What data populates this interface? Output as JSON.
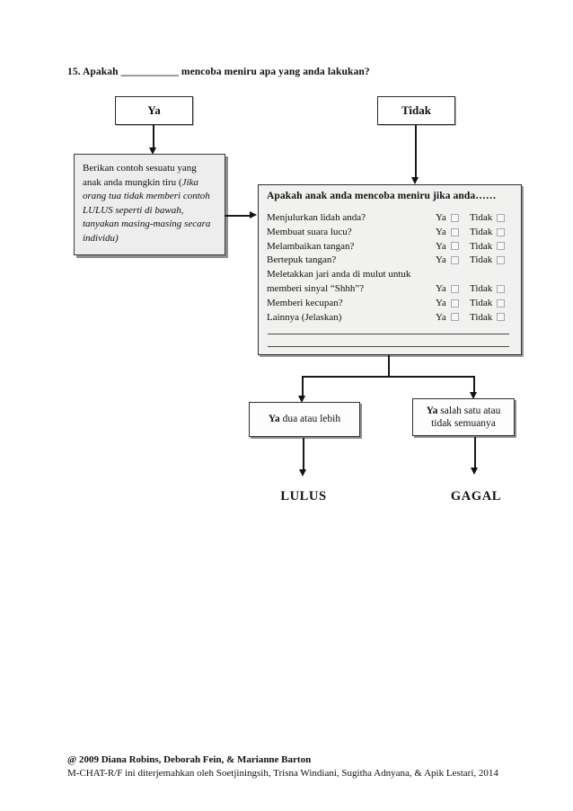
{
  "page": {
    "title": "15. Apakah ___________ mencoba meniru apa yang anda lakukan?"
  },
  "flow": {
    "yes_label": "Ya",
    "no_label": "Tidak",
    "example_box": {
      "normal": "Berikan contoh sesuatu yang anak anda mungkin tiru (",
      "italic": "Jika orang tua tidak memberi contoh LULUS seperti di bawah, tanyakan masing-masing secara individu)"
    },
    "question_box": {
      "header": "Apakah anak anda mencoba meniru jika anda……",
      "yes_option": "Ya",
      "no_option": "Tidak",
      "items": [
        {
          "label": "Menjulurkan lidah anda?"
        },
        {
          "label": "Membuat suara lucu?"
        },
        {
          "label": "Melambaikan tangan?"
        },
        {
          "label": "Bertepuk tangan?"
        },
        {
          "label": "Meletakkan jari anda di mulut untuk memberi sinyal  “Shhh”?"
        },
        {
          "label": "Memberi kecupan?"
        },
        {
          "label": "Lainnya (Jelaskan)"
        }
      ],
      "write_in_lines": 2
    },
    "outcome_left": {
      "bold": "Ya",
      "rest": " dua atau lebih"
    },
    "outcome_right": {
      "bold": "Ya",
      "rest": " salah satu atau tidak semuanya"
    },
    "result_pass": "LULUS",
    "result_fail": "GAGAL"
  },
  "footer": {
    "line1": "@ 2009 Diana Robins, Deborah Fein, & Marianne Barton",
    "line2": "M-CHAT-R/F ini diterjemahkan oleh Soetjiningsih, Trisna Windiani, Sugitha Adnyana, & Apik Lestari, 2014"
  },
  "colors": {
    "box_fill": "#ededed",
    "line": "#181818",
    "text": "#111111",
    "page_bg": "#ffffff"
  }
}
